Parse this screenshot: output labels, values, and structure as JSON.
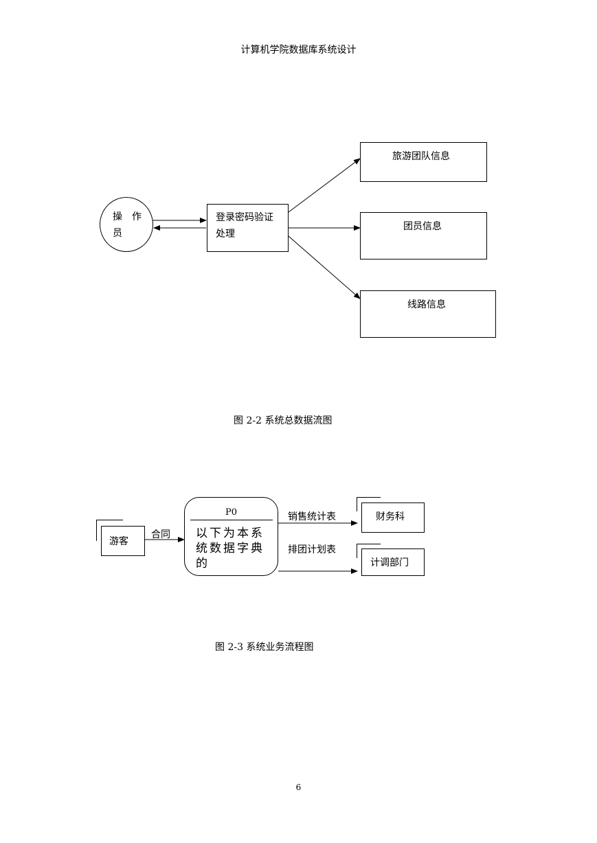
{
  "header": {
    "title": "计算机学院数据库系统设计"
  },
  "figure1": {
    "operator_line1": "操　作",
    "operator_line2": "员",
    "process_line1": "登录密码验证",
    "process_line2": "处理",
    "store_team": "旅游团队信息",
    "store_member": "团员信息",
    "store_route": "线路信息",
    "caption": "图  2-2  系统总数据流图"
  },
  "figure2": {
    "tourist": "游客",
    "flow_contract": "合同",
    "process_id": "P0",
    "process_text_line1": "以下为本系",
    "process_text_line2": "统数据字典",
    "process_text_line3": "的",
    "flow_sales": "销售统计表",
    "flow_schedule": "排团计划表",
    "store_finance": "财务科",
    "store_dispatch": "计调部门",
    "caption": "图  2-3 系统业务流程图"
  },
  "footer": {
    "page_number": "6"
  }
}
